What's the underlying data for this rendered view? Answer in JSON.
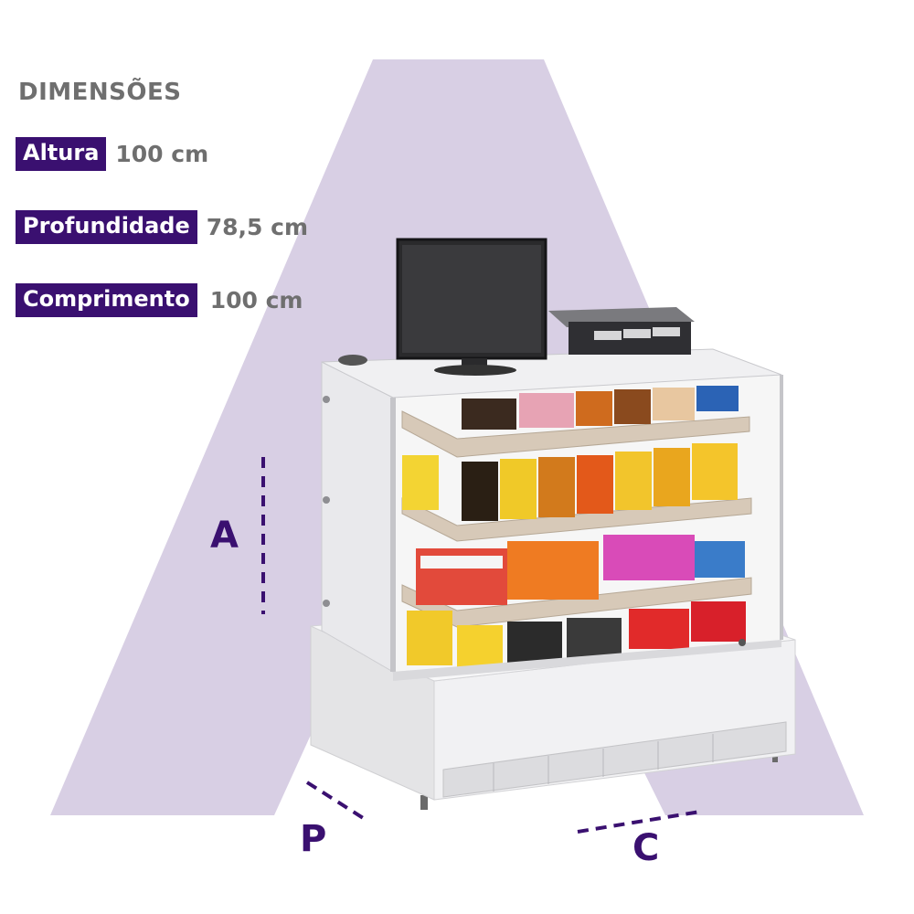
{
  "title": "DIMENSÕES",
  "dimensions": [
    {
      "label": "Altura",
      "value": "100 cm"
    },
    {
      "label": "Profundidade",
      "value": "78,5 cm"
    },
    {
      "label": "Comprimento",
      "value": "100 cm"
    }
  ],
  "axis_letters": {
    "height": "A",
    "depth": "P",
    "length": "C"
  },
  "colors": {
    "accent": "#3a1070",
    "background_shape": "#d8cfe4",
    "text_gray": "#6f6f6f"
  }
}
